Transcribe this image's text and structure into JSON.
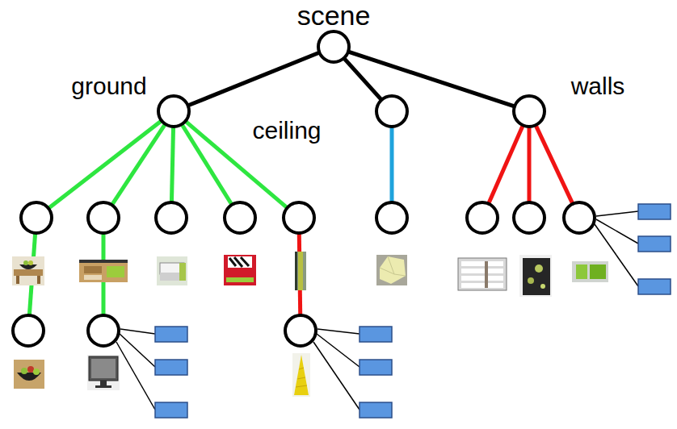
{
  "diagram": {
    "nodes": [
      {
        "text": [
          "scene"
        ]
      },
      {
        "text": [
          "ground"
        ]
      },
      {
        "text": [
          "ceiling"
        ]
      },
      {
        "text": [
          "walls"
        ]
      },
      {
        "text": []
      },
      {
        "text": []
      },
      {
        "text": []
      },
      {
        "text": []
      },
      {
        "text": []
      },
      {
        "text": []
      },
      {
        "text": []
      },
      {
        "text": []
      },
      {
        "text": []
      },
      {
        "text": []
      },
      {
        "text": []
      },
      {
        "text": []
      }
    ],
    "edges": [
      {
        "from": 0,
        "to": 1,
        "arrow": "none"
      },
      {
        "from": 0,
        "to": 2,
        "arrow": "none"
      },
      {
        "from": 0,
        "to": 3,
        "arrow": "none"
      },
      {
        "from": 1,
        "to": 4,
        "arrow": "none"
      },
      {
        "from": 1,
        "to": 5,
        "arrow": "none"
      },
      {
        "from": 1,
        "to": 6,
        "arrow": "none"
      },
      {
        "from": 1,
        "to": 7,
        "arrow": "none"
      },
      {
        "from": 1,
        "to": 8,
        "arrow": "none"
      },
      {
        "from": 2,
        "to": 9,
        "arrow": "none"
      },
      {
        "from": 3,
        "to": 10,
        "arrow": "none"
      },
      {
        "from": 3,
        "to": 11,
        "arrow": "none"
      },
      {
        "from": 3,
        "to": 12,
        "arrow": "none"
      },
      {
        "from": 4,
        "to": 13,
        "arrow": "none"
      },
      {
        "from": 5,
        "to": 14,
        "arrow": "none"
      },
      {
        "from": 8,
        "to": 15,
        "arrow": "none"
      }
    ]
  }
}
